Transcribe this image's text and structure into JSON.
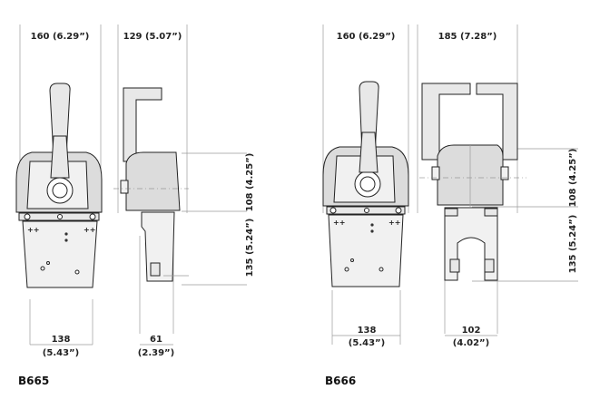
{
  "models": [
    {
      "name": "B665",
      "dims": {
        "front_width": "160 (6.29”)",
        "side_width": "129 (5.07”)",
        "upper_height": "108 (4.25”)",
        "lower_height": "135 (5.24”)",
        "base_width_mm": "138",
        "base_width_in": "(5.43”)",
        "side_base_mm": "61",
        "side_base_in": "(2.39”)"
      }
    },
    {
      "name": "B666",
      "dims": {
        "front_width": "160 (6.29”)",
        "side_width": "185 (7.28”)",
        "upper_height": "108 (4.25”)",
        "lower_height": "135 (5.24”)",
        "base_width_mm": "138",
        "base_width_in": "(5.43”)",
        "side_base_mm": "102",
        "side_base_in": "(4.02”)"
      }
    }
  ]
}
